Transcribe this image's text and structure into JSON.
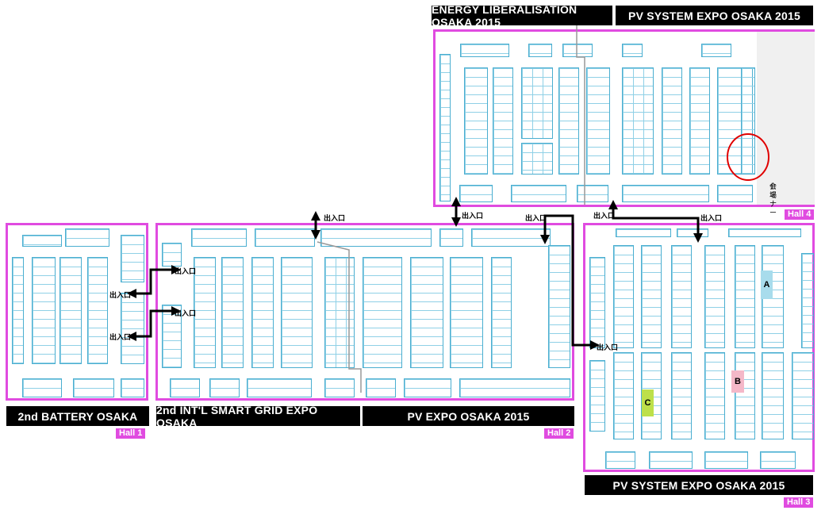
{
  "banners": {
    "energy": "ENERGY LIBERALISATION OSAKA 2015",
    "pv_system_top": "PV SYSTEM EXPO OSAKA 2015",
    "battery": "2nd BATTERY OSAKA",
    "smart_grid": "2nd INT'L SMART GRID EXPO OSAKA",
    "pv_expo": "PV EXPO OSAKA 2015",
    "pv_system_bottom": "PV SYSTEM EXPO OSAKA 2015"
  },
  "halls": {
    "hall1": "Hall 1",
    "hall2": "Hall 2",
    "hall3": "Hall 3",
    "hall4": "Hall 4"
  },
  "seminar": {
    "line1": "セミナー",
    "line2": "会場"
  },
  "exit_label": "出入口",
  "markers": {
    "a": {
      "label": "A",
      "color": "#a8dcec"
    },
    "b": {
      "label": "B",
      "color": "#f4b8c8"
    },
    "c": {
      "label": "C",
      "color": "#bde04a"
    }
  },
  "colors": {
    "hall_border": "#e04be0",
    "booth_line": "#4aaed0",
    "highlight_circle": "#e00000"
  }
}
